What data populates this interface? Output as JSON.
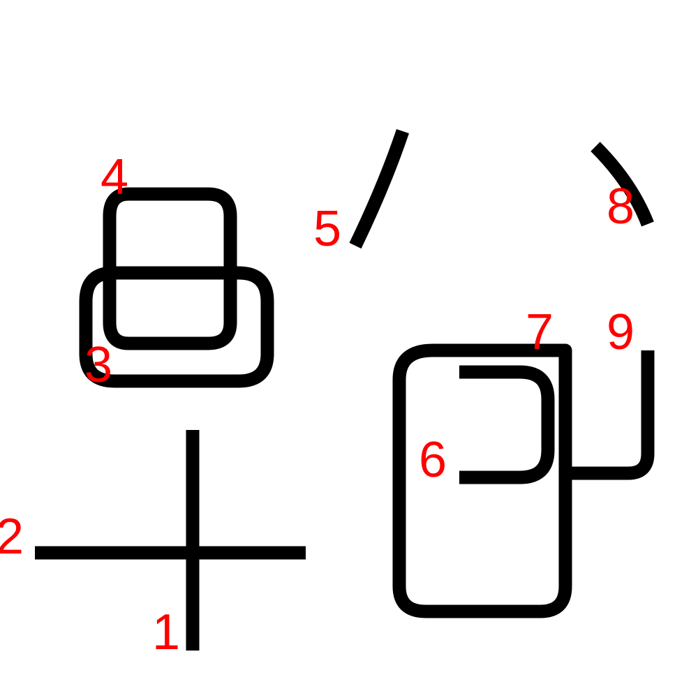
{
  "colors": {
    "background": "#ffffff",
    "stroke": "#000000",
    "label": "#ff0000"
  },
  "strokes": [
    {
      "id": "stroke-1",
      "label": "1"
    },
    {
      "id": "stroke-2",
      "label": "2"
    },
    {
      "id": "stroke-3",
      "label": "3"
    },
    {
      "id": "stroke-4",
      "label": "4"
    },
    {
      "id": "stroke-5",
      "label": "5"
    },
    {
      "id": "stroke-6",
      "label": "6"
    },
    {
      "id": "stroke-7",
      "label": "7"
    },
    {
      "id": "stroke-8",
      "label": "8"
    },
    {
      "id": "stroke-9",
      "label": "9"
    }
  ]
}
